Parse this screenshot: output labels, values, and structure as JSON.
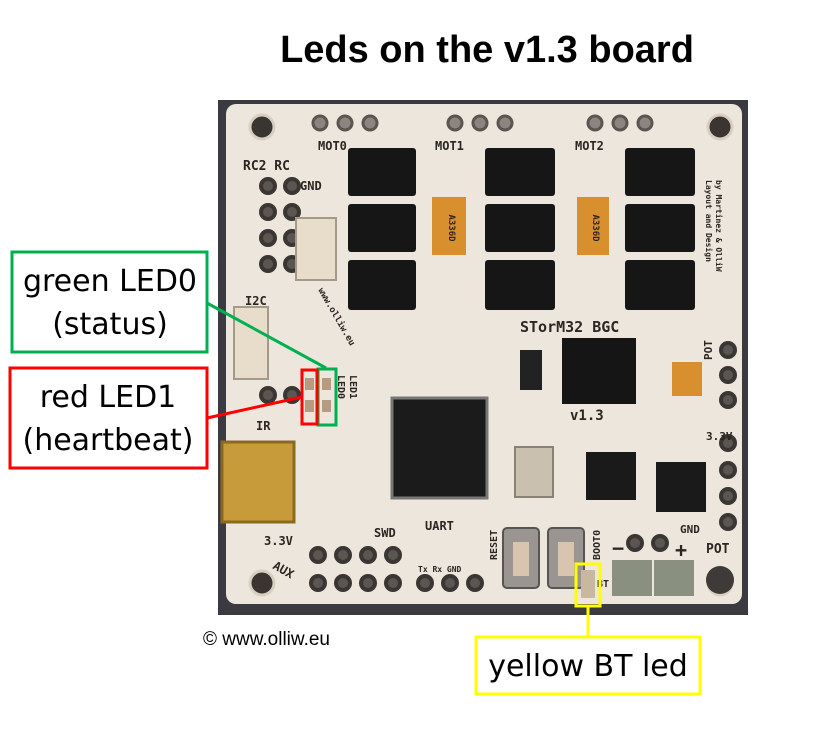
{
  "title": "Leds on the v1.3 board",
  "copyright": "© www.olliw.eu",
  "callouts": {
    "green": {
      "line1": "green LED0",
      "line2": "(status)",
      "color": "#00b050"
    },
    "red": {
      "line1": "red LED1",
      "line2": "(heartbeat)",
      "color": "#ff0000"
    },
    "yellow": {
      "line1": "yellow BT led",
      "color": "#ffff00"
    }
  },
  "board": {
    "name": "STorM32 BGC",
    "version": "v1.3",
    "labels": {
      "mot0": "MOT0",
      "mot1": "MOT1",
      "mot2": "MOT2",
      "rc": "RC2 RC",
      "gnd": "GND",
      "i2c": "I2C",
      "ir": "IR",
      "v33_left": "3.3V",
      "v33_right": "3.3V",
      "aux": "AUX",
      "swd": "SWD",
      "uart": "UART",
      "uart_pins": "Tx Rx GND",
      "reset": "RESET",
      "boot0": "BOOT0",
      "bt": "BT",
      "pot": "POT",
      "pot_top": "POT",
      "gnd_right": "GND",
      "led0": "LED0",
      "led1": "LED1",
      "minus": "−",
      "plus": "+",
      "design": "Layout and Design",
      "design2": "by Martinez & OlliW",
      "website": "www.olliw.eu",
      "cap": "A336D"
    }
  }
}
